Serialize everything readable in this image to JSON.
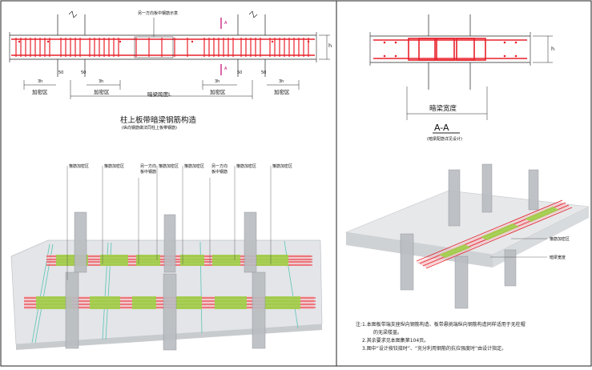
{
  "left_top": {
    "callout_other_steel": "另一方向板中钢筋示意",
    "marker_a": "A",
    "dim_h": "h",
    "dim_3h": "3h",
    "dim_50": "50",
    "zone_label": "加密区",
    "span_label": "暗梁跨度L",
    "title": "柱上板带暗梁钢筋构造",
    "subtitle": "(纵向钢筋做法同柱上板带钢筋)"
  },
  "left_bottom": {
    "labels": [
      "箍筋加密区",
      "箍筋加密区",
      "另一方向\n板中钢筋",
      "箍筋加密区",
      "箍筋加密区",
      "另一方向\n板中钢筋",
      "箍筋加密区",
      "箍筋加密区"
    ]
  },
  "right_top": {
    "dim_h": "h",
    "width_label": "暗梁宽度",
    "section_title": "A-A",
    "section_sub": "(暗梁配筋详见设计)"
  },
  "right_bottom": {
    "label_stirrup": "箍筋加密区",
    "label_width": "暗梁宽度"
  },
  "notes": [
    "注:1.本图板带端支座纵向钢筋构造、板带悬挑端纵向钢筋构造同样适用于无柱帽",
    "的无梁楼盖。",
    "2.其余要求见本图集第104页。",
    "3.图中“设计按铰接时”、“充分利用钢筋的抗拉强度时”由设计指定。"
  ],
  "colors": {
    "rebar": "#e8202a",
    "stirrup_green": "#9fd24a",
    "concrete": "#d9dcdf",
    "column": "#b9bcc0"
  }
}
